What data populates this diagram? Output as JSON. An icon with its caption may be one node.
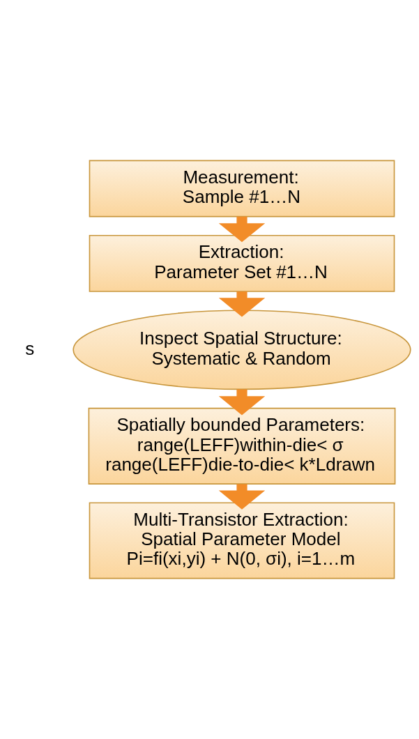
{
  "diagram": {
    "nodes": [
      {
        "text": [
          "Measurement:",
          "Sample #1…N"
        ]
      },
      {
        "text": [
          "Extraction:",
          "Parameter Set #1…N"
        ]
      },
      {
        "text": [
          "Inspect Spatial Structure:",
          "Systematic & Random"
        ]
      },
      {
        "text": [
          "Spatially bounded Parameters:",
          "range(LEFF)within-die< σ",
          "range(LEFF)die-to-die< k*Ldrawn"
        ]
      },
      {
        "text": [
          "Multi-Transistor Extraction:",
          "Spatial Parameter Model",
          "Pi=fi(xi,yi) + N(0, σi), i=1…m"
        ]
      }
    ],
    "edges": [
      {
        "from": 0,
        "to": 1,
        "arrow": "to"
      },
      {
        "from": 1,
        "to": 2,
        "arrow": "to"
      },
      {
        "from": 2,
        "to": 3,
        "arrow": "to"
      },
      {
        "from": 3,
        "to": 4,
        "arrow": "to"
      }
    ],
    "labels": [
      "s"
    ]
  }
}
